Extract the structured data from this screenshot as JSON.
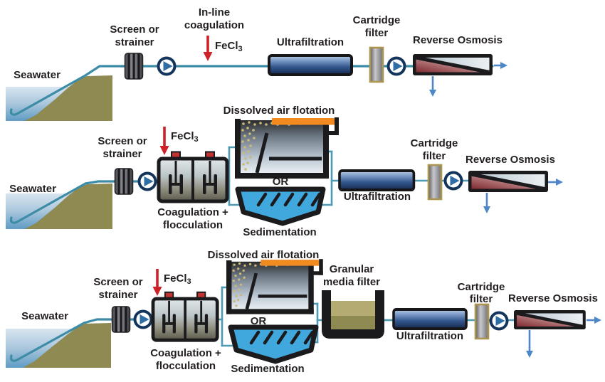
{
  "figure": {
    "kind": "process-flow-diagram",
    "rows": [
      {
        "name": "train-1-inline-coagulation",
        "components": [
          "Seawater",
          "Screen or strainer",
          "In-line coagulation",
          "FeCl3",
          "Ultrafiltration",
          "Cartridge filter",
          "Reverse Osmosis"
        ]
      },
      {
        "name": "train-2-coagulation-flocculation",
        "components": [
          "Seawater",
          "Screen or strainer",
          "FeCl3",
          "Coagulation + flocculation",
          "Dissolved air flotation",
          "OR",
          "Sedimentation",
          "Ultrafiltration",
          "Cartridge filter",
          "Reverse Osmosis"
        ]
      },
      {
        "name": "train-3-with-granular-media-filter",
        "components": [
          "Seawater",
          "Screen or strainer",
          "FeCl3",
          "Coagulation + flocculation",
          "Dissolved air flotation",
          "OR",
          "Sedimentation",
          "Granular media filter",
          "Ultrafiltration",
          "Cartridge filter",
          "Reverse Osmosis"
        ]
      }
    ]
  },
  "labels": {
    "seawater": "Seawater",
    "screen_l1": "Screen or",
    "screen_l2": "strainer",
    "inline_l1": "In-line",
    "inline_l2": "coagulation",
    "fecl3_base": "FeCl",
    "fecl3_sub": "3",
    "ultrafiltration": "Ultrafiltration",
    "cartridge_l1": "Cartridge",
    "cartridge_l2": "filter",
    "reverse_osmosis": "Reverse Osmosis",
    "daf": "Dissolved air flotation",
    "or": "OR",
    "sedimentation": "Sedimentation",
    "coag_l1": "Coagulation +",
    "coag_l2": "flocculation",
    "gmf_l1": "Granular",
    "gmf_l2": "media filter"
  },
  "colors": {
    "background": "#ffffff",
    "text": "#231f20",
    "pipe_teal": "#3d8ca6",
    "branch_blue": "#4e9ab5",
    "flow_arrow_blue": "#4d87c7",
    "dosing_arrow_red": "#cf2128",
    "tank_outline": "#1b1b1e",
    "daf_skimmer_orange": "#f18a21",
    "sedimentation_blue": "#41a8dd",
    "land_olive": "#8e8a51",
    "media_light": "#b4ab72",
    "media_dark": "#8f8952",
    "uf_navy": "#1b3a68",
    "ro_red": "#8e3038",
    "cartridge_gold": "#ab9551",
    "mixer_motor_red": "#c13431",
    "pump_navy": "#13355c",
    "pump_triangle_blue": "#2f6da5",
    "water_light": "#d8e5f0",
    "water_deep": "#5f9cc4",
    "bubble_tan": "#c9b97a"
  }
}
